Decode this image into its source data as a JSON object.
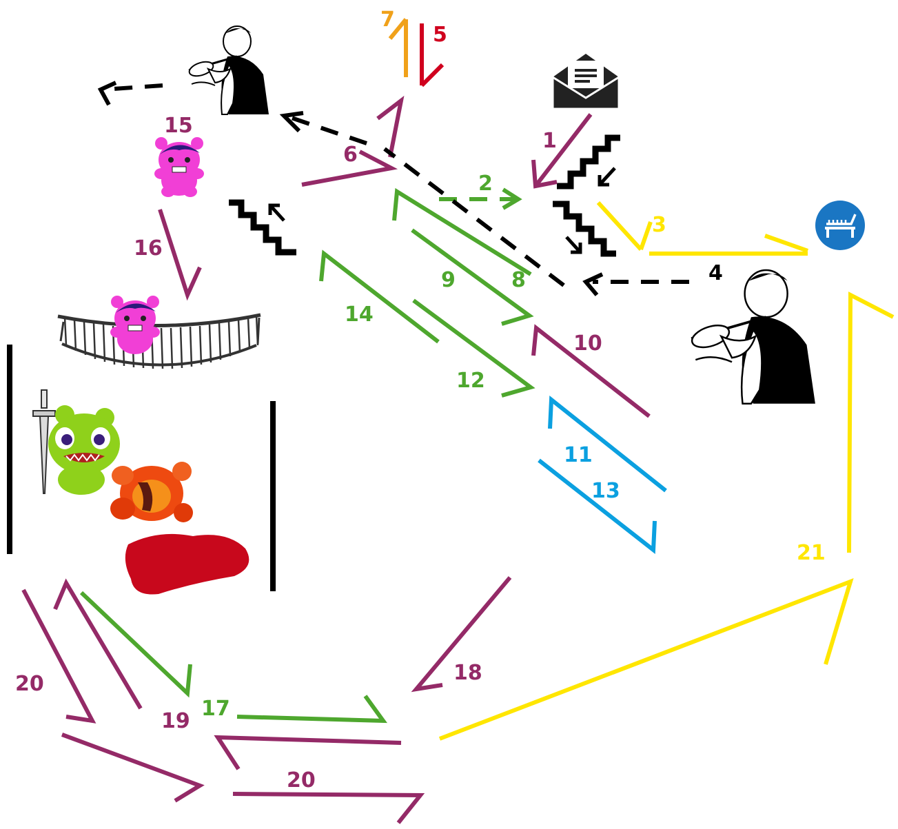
{
  "colors": {
    "purple": "#942a67",
    "green": "#4ea72e",
    "yellow": "#ffe600",
    "blue": "#0ba0e0",
    "red": "#d0001e",
    "orange": "#f0a11a",
    "black": "#000000",
    "blood": "#c8081c",
    "pink": "#f13fd6",
    "lime": "#8fd11b",
    "tomato": "#ee4a10",
    "bed_blue": "#1a76c3"
  },
  "icons": [
    "violinist-icon",
    "violinist-icon",
    "envelope-icon",
    "stairs-down-icon",
    "stairs-down-icon",
    "stairs-up-icon",
    "bed-icon",
    "pink-bear-icon",
    "balcony-icon",
    "dagger-icon",
    "green-monster-icon",
    "fallen-orange-bear-icon",
    "blood-pool-icon"
  ],
  "labels": {
    "l1": "1",
    "l2": "2",
    "l3": "3",
    "l4": "4",
    "l5": "5",
    "l6": "6",
    "l7": "7",
    "l8": "8",
    "l9": "9",
    "l10": "10",
    "l11": "11",
    "l12": "12",
    "l13": "13",
    "l14": "14",
    "l15": "15",
    "l16": "16",
    "l17": "17",
    "l18": "18",
    "l19": "19",
    "l20a": "20",
    "l20b": "20",
    "l21": "21"
  }
}
